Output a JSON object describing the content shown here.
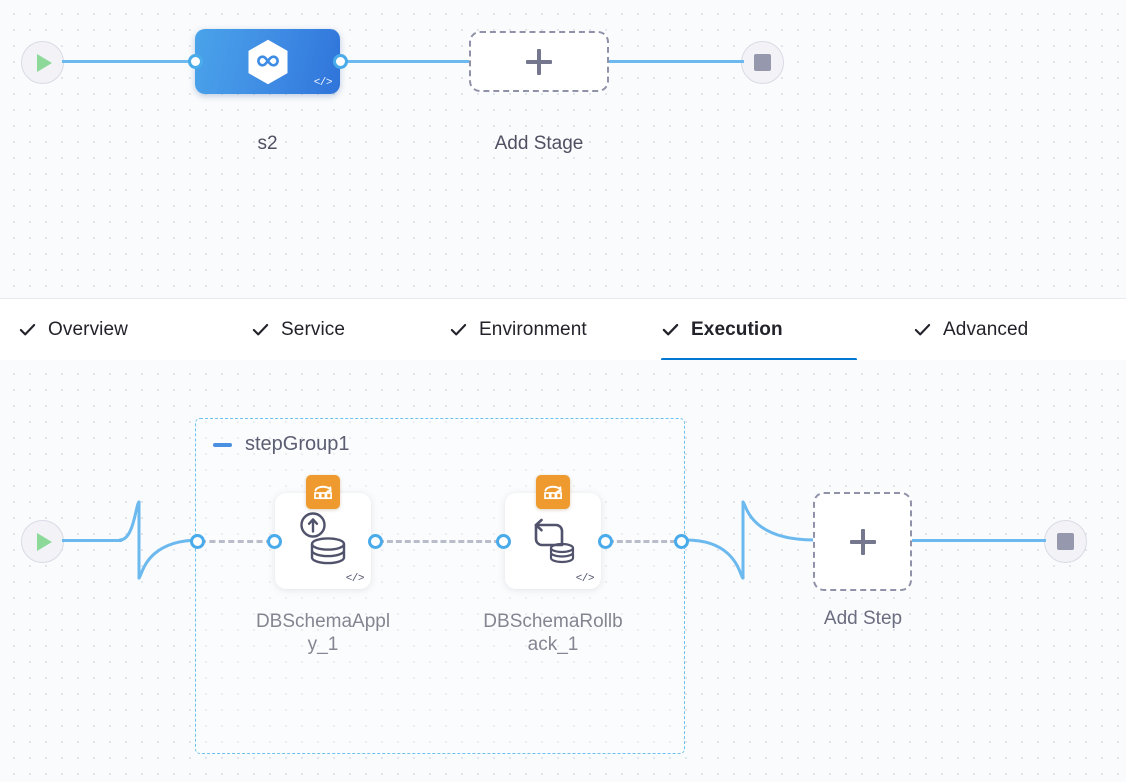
{
  "stage_canvas": {
    "start_node": {
      "name": "pipeline-start",
      "icon": "play-icon"
    },
    "stage": {
      "label": "s2",
      "icon": "harness-cd-hexagon-icon",
      "code_badge": "</>",
      "color": "#3f8ce4"
    },
    "add_stage": {
      "label": "Add Stage",
      "icon": "plus-icon"
    },
    "end_node": {
      "name": "pipeline-end",
      "icon": "stop-icon"
    }
  },
  "tabs": {
    "items": [
      {
        "label": "Overview",
        "checked": true,
        "active": false
      },
      {
        "label": "Service",
        "checked": true,
        "active": false
      },
      {
        "label": "Environment",
        "checked": true,
        "active": false
      },
      {
        "label": "Execution",
        "checked": true,
        "active": true
      },
      {
        "label": "Advanced",
        "checked": true,
        "active": false
      }
    ],
    "active_underline_color": "#0278d5"
  },
  "execution_canvas": {
    "start_node": {
      "name": "execution-start",
      "icon": "play-icon"
    },
    "step_group": {
      "title": "stepGroup1",
      "collapse_icon": "minus-icon",
      "border_color": "#6cc2ef",
      "steps": [
        {
          "label": "DBSchemaApply_1",
          "label_wrapped": "DBSchemaAppl\ny_1",
          "badge_icon": "database-schema-badge-icon",
          "main_icon": "db-apply-arrow-up-icon",
          "code_badge": "</>",
          "badge_color": "#ef9a2e"
        },
        {
          "label": "DBSchemaRollback_1",
          "label_wrapped": "DBSchemaRollb\nack_1",
          "badge_icon": "database-schema-badge-icon",
          "main_icon": "db-rollback-arrow-icon",
          "code_badge": "</>",
          "badge_color": "#ef9a2e"
        }
      ]
    },
    "add_step": {
      "label": "Add Step",
      "icon": "plus-icon"
    },
    "end_node": {
      "name": "execution-end",
      "icon": "stop-icon"
    },
    "link_color": "#6bb9ee",
    "dashed_link_color": "#b9bcc9"
  }
}
